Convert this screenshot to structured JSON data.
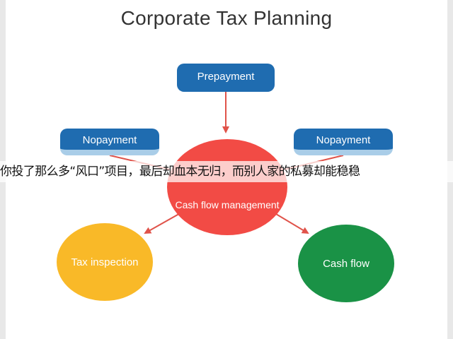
{
  "title": "Corporate Tax Planning",
  "nodes": {
    "prepayment": "Prepayment",
    "nopayment_left": "Nopayment",
    "nopayment_right": "Nopayment",
    "center": "Cash flow management",
    "tax_inspection": "Tax inspection",
    "cash_flow": "Cash flow"
  },
  "colors": {
    "box_blue": "#1f6cb0",
    "center_red": "#f24b45",
    "tax_yellow": "#f9b928",
    "cash_green": "#1a9246",
    "arrow_red": "#e0534a"
  },
  "overlay_caption": "你投了那么多“风口”项目，最后却血本无归，而别人家的私募却能稳稳"
}
